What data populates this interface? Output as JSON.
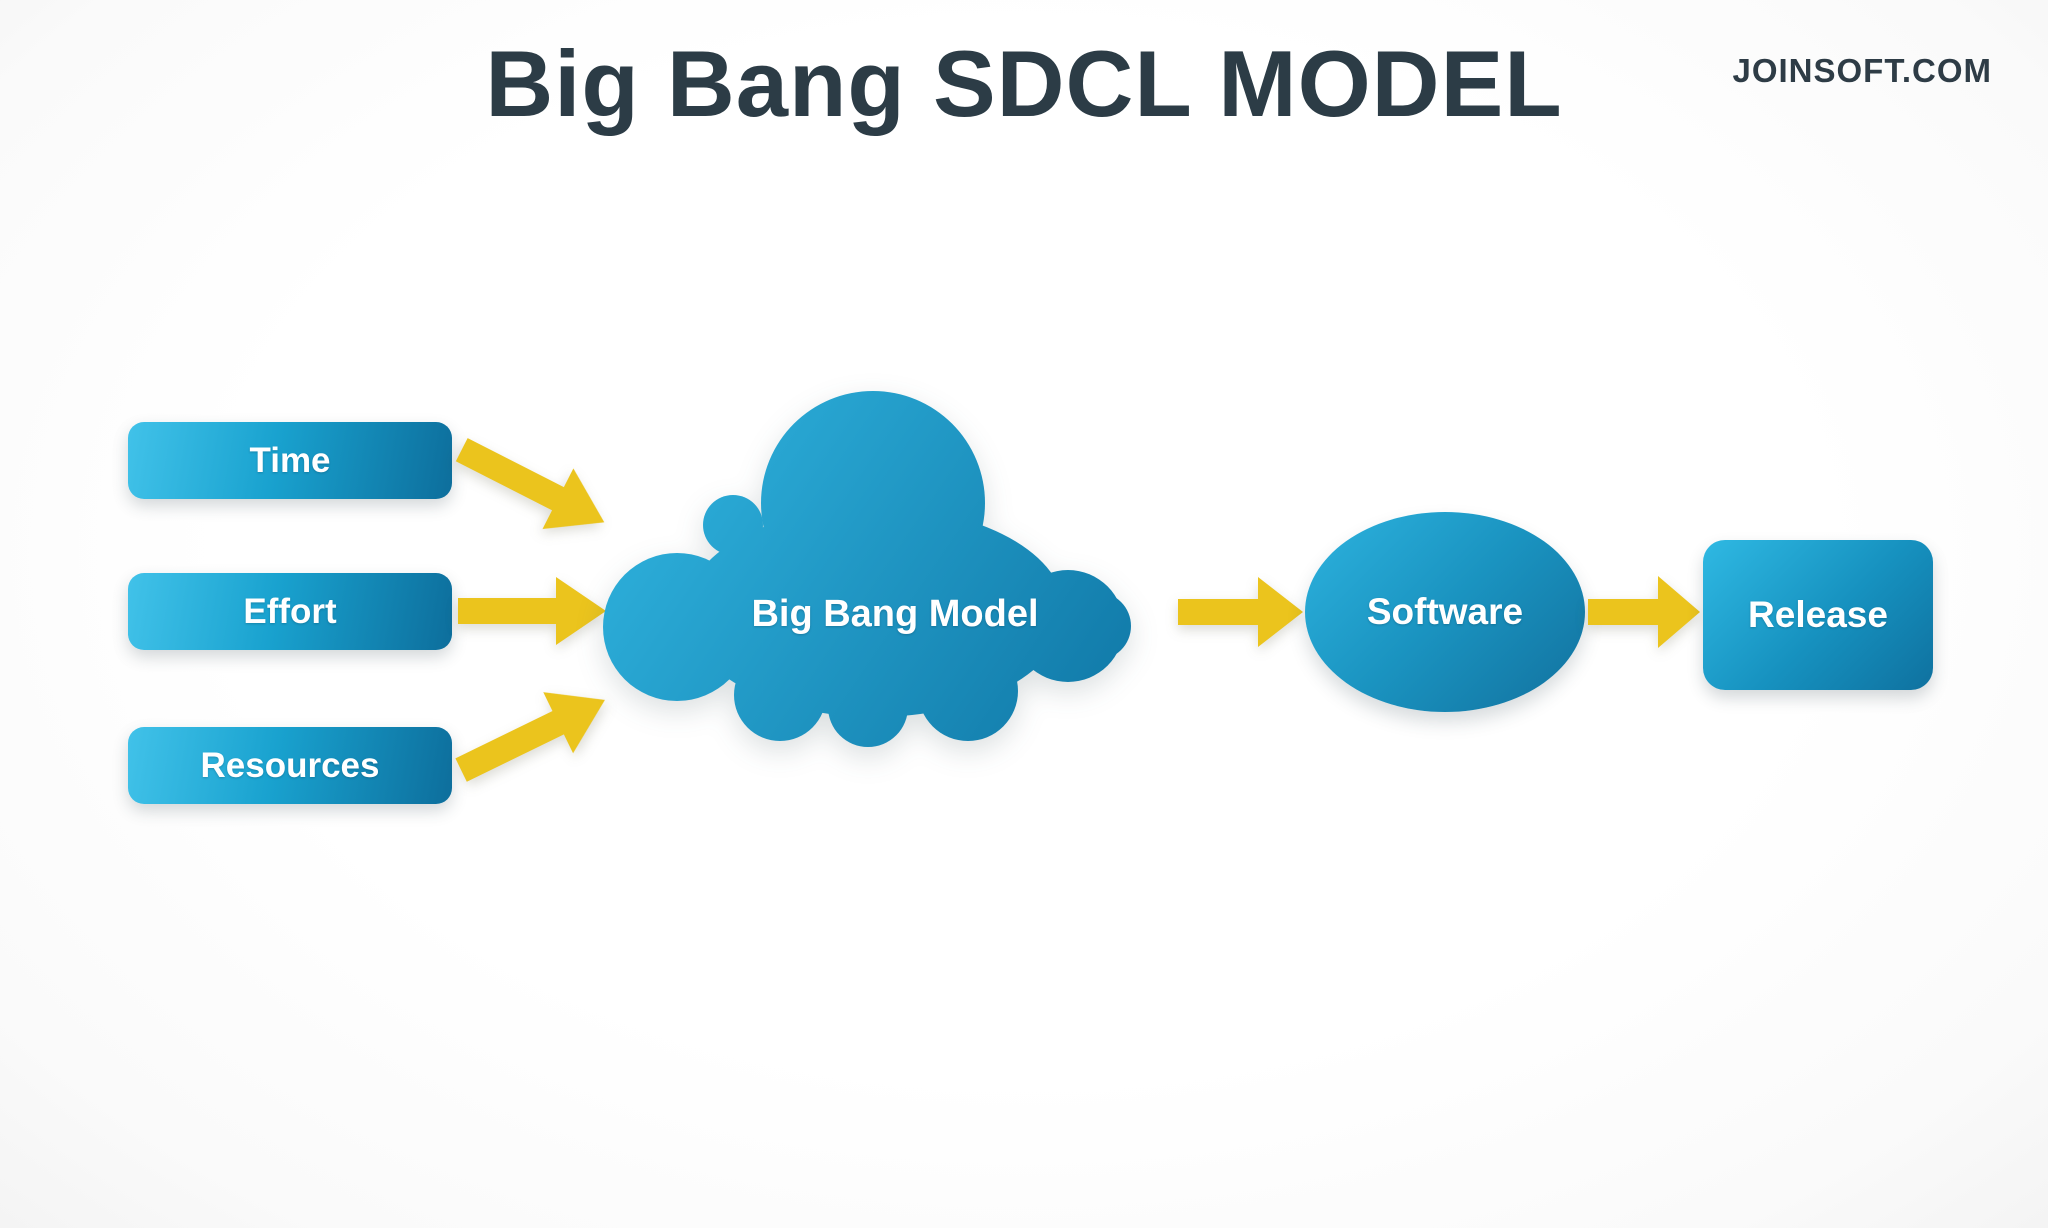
{
  "header": {
    "title": "Big Bang SDCL MODEL",
    "brand": "JOINSOFT.COM"
  },
  "flow": {
    "inputs": [
      {
        "id": "time",
        "label": "Time"
      },
      {
        "id": "effort",
        "label": "Effort"
      },
      {
        "id": "resources",
        "label": "Resources"
      }
    ],
    "process": {
      "label": "Big Bang Model"
    },
    "software": {
      "label": "Software"
    },
    "release": {
      "label": "Release"
    }
  },
  "colors": {
    "node_gradient_light": "#41c2e9",
    "node_gradient_dark": "#0d6e9c",
    "cloud_gradient_light": "#31b7e2",
    "cloud_gradient_dark": "#0f76a5",
    "arrow_yellow": "#ebc41d",
    "title_text": "#2c3c46",
    "node_text": "#ffffff",
    "background": "#fdfdfd"
  }
}
